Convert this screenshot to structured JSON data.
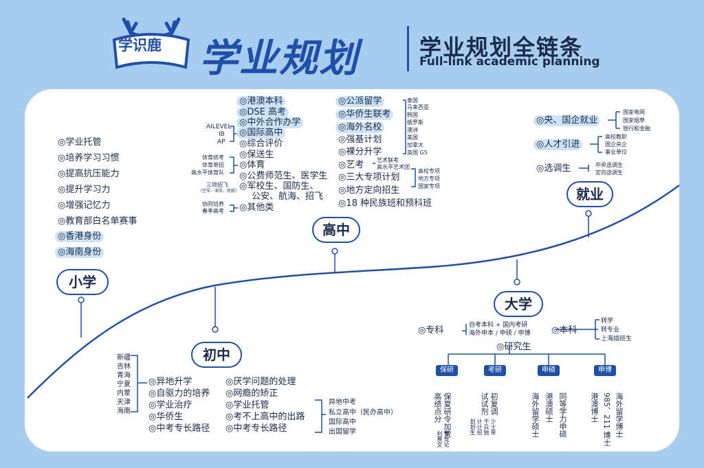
{
  "header": {
    "logo_text": "学识鹿",
    "title": "学业规划",
    "subtitle_cn": "学业规划全链条",
    "subtitle_en": "Full-link academic planning"
  },
  "stages": {
    "primary": "小学",
    "junior": "初中",
    "senior": "高中",
    "university": "大学",
    "employment": "就业"
  },
  "primary": {
    "items": [
      "◎学业托管",
      "◎培养学习习惯",
      "◎提高抗压能力",
      "◎提升学习力",
      "◎增强记忆力",
      "◎教育部白名单赛事",
      "◎香港身份",
      "◎海南身份"
    ]
  },
  "junior": {
    "provinces": [
      "新疆",
      "吉林",
      "青海",
      "宁夏",
      "内蒙",
      "天津",
      "海南"
    ],
    "left_items": [
      "◎异地升学",
      "◎自驱力的培养",
      "◎学业治疗",
      "◎华侨生",
      "◎中考专长路径"
    ],
    "right_items": [
      "◎厌学问题的处理",
      "◎网瘾的矫正",
      "◎学业托管",
      "◎考不上高中的出路",
      "◎中考专长路径"
    ],
    "exit_options": [
      "异地中考",
      "私立高中（民办高中）",
      "国际高中",
      "出国留学"
    ]
  },
  "senior": {
    "col1": [
      "◎港澳本科",
      "◎DSE 高考",
      "◎中外合作办学",
      "◎国际高中",
      "◎综合评价",
      "◎保送生",
      "◎体育",
      "◎公费师范生、医学生",
      "◎军校生、国防生、",
      "公安、航海、招飞",
      "◎其他类"
    ],
    "intl_sub": [
      "AILEVEL",
      "IB",
      "AP"
    ],
    "sports_sub": [
      "体育统考",
      "体育单招",
      "高水平体育队"
    ],
    "mil_sub": [
      "三项招飞",
      "（空军、海军、民航）"
    ],
    "other_sub": [
      "协同培养",
      "春季高考"
    ],
    "col2": [
      "◎公派留学",
      "◎华侨生联考",
      "◎海外名校",
      "◎强基计划",
      "◎裸分升学",
      "◎艺考",
      "◎三大专项计划",
      "◎地方定向招生",
      "◎18 种民族班和预科班"
    ],
    "countries": [
      "泰国",
      "马来西亚",
      "韩国",
      "俄罗斯",
      "澳洲",
      "美国",
      "加拿大",
      "英国 G5"
    ],
    "art_sub": [
      "艺术联考",
      "高水平艺术团"
    ],
    "special_sub": [
      "高校专项",
      "地方专项",
      "国家专项"
    ]
  },
  "university": {
    "zhuanke": "◎专科",
    "zhuanke_sub": [
      "自考本科 + 国内考研",
      "海外申本 / 申硕 / 申博"
    ],
    "benke": "◎本科",
    "benke_sub": [
      "转学",
      "转专业",
      "上海插班生"
    ],
    "grad": "◎研究生",
    "grad_tags": [
      "保研",
      "考研",
      "申硕",
      "申博"
    ],
    "baoyan": [
      "保夏研令加营",
      "高绩点分"
    ],
    "baoyan_sub": [
      "专竞论",
      "利赛文"
    ],
    "kaoyan": [
      "初复调",
      "试试剂"
    ],
    "kaoyan_sub": [
      "少士单",
      "干兵独",
      "计计招",
      "划划生"
    ],
    "shenshuo": [
      "同等学力申硕",
      "港澳硕士",
      "海外留学硕士"
    ],
    "shenbo": [
      "港澳博士",
      "985、211 博士",
      "海外留学博士"
    ]
  },
  "employment": {
    "items": [
      "◎央、国企就业",
      "◎人才引进",
      "◎选调生"
    ],
    "soe_sub": [
      "国家电网",
      "国家烟草",
      "银行和金融"
    ],
    "talent_sub": [
      "高校教职",
      "国企央企",
      "事业单位"
    ],
    "xuandiao_sub": [
      "中央选调生",
      "定向选调生"
    ]
  },
  "colors": {
    "background": "#a8cdee",
    "accent": "#1f4fa8",
    "highlight": "#cfe3f7"
  }
}
